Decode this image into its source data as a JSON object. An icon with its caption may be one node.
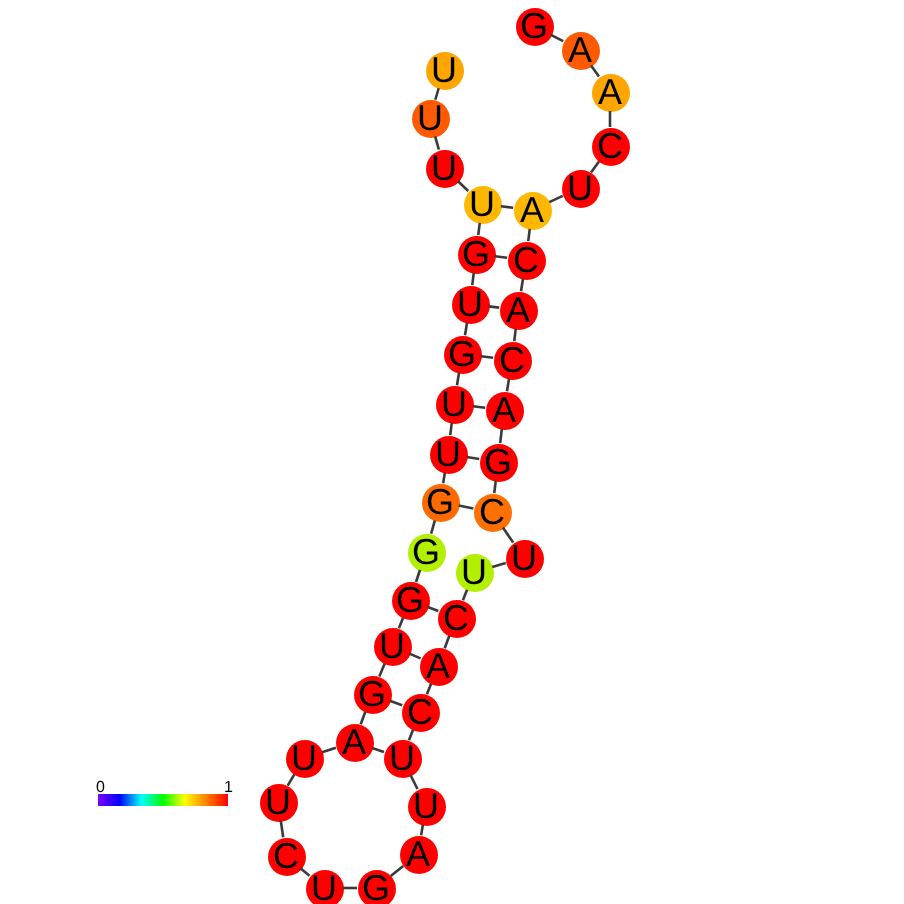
{
  "diagram": {
    "nodes": [
      {
        "text": [
          "U"
        ]
      },
      {
        "text": [
          "U"
        ]
      },
      {
        "text": [
          "U"
        ]
      },
      {
        "text": [
          "U"
        ]
      },
      {
        "text": [
          "G"
        ]
      },
      {
        "text": [
          "U"
        ]
      },
      {
        "text": [
          "G"
        ]
      },
      {
        "text": [
          "U"
        ]
      },
      {
        "text": [
          "U"
        ]
      },
      {
        "text": [
          "G"
        ]
      },
      {
        "text": [
          "G"
        ]
      },
      {
        "text": [
          "G"
        ]
      },
      {
        "text": [
          "U"
        ]
      },
      {
        "text": [
          "G"
        ]
      },
      {
        "text": [
          "A"
        ]
      },
      {
        "text": [
          "U"
        ]
      },
      {
        "text": [
          "U"
        ]
      },
      {
        "text": [
          "C"
        ]
      },
      {
        "text": [
          "U"
        ]
      },
      {
        "text": [
          "G"
        ]
      },
      {
        "text": [
          "A"
        ]
      },
      {
        "text": [
          "U"
        ]
      },
      {
        "text": [
          "U"
        ]
      },
      {
        "text": [
          "C"
        ]
      },
      {
        "text": [
          "A"
        ]
      },
      {
        "text": [
          "C"
        ]
      },
      {
        "text": [
          "U"
        ]
      },
      {
        "text": [
          "U"
        ]
      },
      {
        "text": [
          "C"
        ]
      },
      {
        "text": [
          "G"
        ]
      },
      {
        "text": [
          "A"
        ]
      },
      {
        "text": [
          "C"
        ]
      },
      {
        "text": [
          "A"
        ]
      },
      {
        "text": [
          "C"
        ]
      },
      {
        "text": [
          "A"
        ]
      },
      {
        "text": [
          "U"
        ]
      },
      {
        "text": [
          "C"
        ]
      },
      {
        "text": [
          "A"
        ]
      },
      {
        "text": [
          "A"
        ]
      },
      {
        "text": [
          "G"
        ]
      }
    ],
    "edges": [
      {
        "from": 0,
        "to": 1,
        "arrow": "none"
      },
      {
        "from": 1,
        "to": 2,
        "arrow": "none"
      },
      {
        "from": 2,
        "to": 3,
        "arrow": "none"
      },
      {
        "from": 3,
        "to": 4,
        "arrow": "none"
      },
      {
        "from": 4,
        "to": 5,
        "arrow": "none"
      },
      {
        "from": 5,
        "to": 6,
        "arrow": "none"
      },
      {
        "from": 6,
        "to": 7,
        "arrow": "none"
      },
      {
        "from": 7,
        "to": 8,
        "arrow": "none"
      },
      {
        "from": 8,
        "to": 9,
        "arrow": "none"
      },
      {
        "from": 9,
        "to": 10,
        "arrow": "none"
      },
      {
        "from": 10,
        "to": 11,
        "arrow": "none"
      },
      {
        "from": 11,
        "to": 12,
        "arrow": "none"
      },
      {
        "from": 12,
        "to": 13,
        "arrow": "none"
      },
      {
        "from": 13,
        "to": 14,
        "arrow": "none"
      },
      {
        "from": 14,
        "to": 15,
        "arrow": "none"
      },
      {
        "from": 15,
        "to": 16,
        "arrow": "none"
      },
      {
        "from": 16,
        "to": 17,
        "arrow": "none"
      },
      {
        "from": 17,
        "to": 18,
        "arrow": "none"
      },
      {
        "from": 18,
        "to": 19,
        "arrow": "none"
      },
      {
        "from": 19,
        "to": 20,
        "arrow": "none"
      },
      {
        "from": 20,
        "to": 21,
        "arrow": "none"
      },
      {
        "from": 21,
        "to": 22,
        "arrow": "none"
      },
      {
        "from": 22,
        "to": 23,
        "arrow": "none"
      },
      {
        "from": 23,
        "to": 24,
        "arrow": "none"
      },
      {
        "from": 24,
        "to": 25,
        "arrow": "none"
      },
      {
        "from": 25,
        "to": 26,
        "arrow": "none"
      },
      {
        "from": 26,
        "to": 27,
        "arrow": "none"
      },
      {
        "from": 27,
        "to": 28,
        "arrow": "none"
      },
      {
        "from": 28,
        "to": 29,
        "arrow": "none"
      },
      {
        "from": 29,
        "to": 30,
        "arrow": "none"
      },
      {
        "from": 30,
        "to": 31,
        "arrow": "none"
      },
      {
        "from": 31,
        "to": 32,
        "arrow": "none"
      },
      {
        "from": 32,
        "to": 33,
        "arrow": "none"
      },
      {
        "from": 33,
        "to": 34,
        "arrow": "none"
      },
      {
        "from": 34,
        "to": 35,
        "arrow": "none"
      },
      {
        "from": 35,
        "to": 36,
        "arrow": "none"
      },
      {
        "from": 36,
        "to": 37,
        "arrow": "none"
      },
      {
        "from": 37,
        "to": 38,
        "arrow": "none"
      },
      {
        "from": 38,
        "to": 39,
        "arrow": "none"
      },
      {
        "from": 3,
        "to": 34,
        "arrow": "none"
      },
      {
        "from": 4,
        "to": 33,
        "arrow": "none"
      },
      {
        "from": 5,
        "to": 32,
        "arrow": "none"
      },
      {
        "from": 6,
        "to": 31,
        "arrow": "none"
      },
      {
        "from": 7,
        "to": 30,
        "arrow": "none"
      },
      {
        "from": 8,
        "to": 29,
        "arrow": "none"
      },
      {
        "from": 9,
        "to": 28,
        "arrow": "none"
      },
      {
        "from": 11,
        "to": 25,
        "arrow": "none"
      },
      {
        "from": 12,
        "to": 24,
        "arrow": "none"
      },
      {
        "from": 13,
        "to": 23,
        "arrow": "none"
      },
      {
        "from": 14,
        "to": 22,
        "arrow": "none"
      }
    ],
    "labels": [
      "0",
      "1"
    ]
  }
}
